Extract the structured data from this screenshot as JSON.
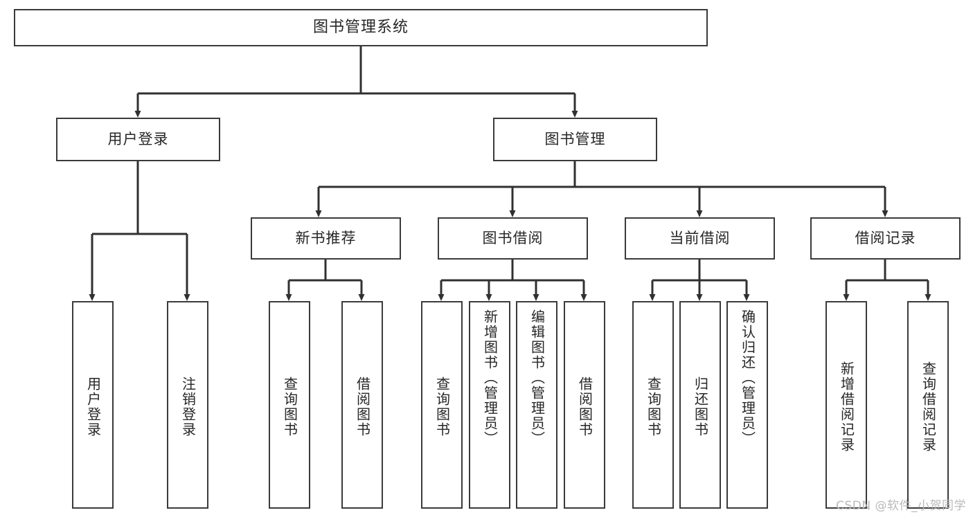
{
  "diagram": {
    "title": "图书管理系统",
    "type": "tree",
    "colors": {
      "background": "#ffffff",
      "border": "#3a3a3a",
      "text": "#262626",
      "connector": "#303030",
      "watermark": "#b9b9b9"
    },
    "root": {
      "label": "图书管理系统"
    },
    "level2": [
      {
        "label": "用户登录"
      },
      {
        "label": "图书管理"
      }
    ],
    "level3": [
      {
        "label": "新书推荐"
      },
      {
        "label": "图书借阅"
      },
      {
        "label": "当前借阅"
      },
      {
        "label": "借阅记录"
      }
    ],
    "leaves": {
      "user_login": [
        {
          "label": "用户登录"
        },
        {
          "label": "注销登录"
        }
      ],
      "new_book_recommend": [
        {
          "label": "查询图书"
        },
        {
          "label": "借阅图书"
        }
      ],
      "book_borrow": [
        {
          "label": "查询图书"
        },
        {
          "label": "新增图书（管理员）"
        },
        {
          "label": "编辑图书（管理员）"
        },
        {
          "label": "借阅图书"
        }
      ],
      "current_borrow": [
        {
          "label": "查询图书"
        },
        {
          "label": "归还图书"
        },
        {
          "label": "确认归还（管理员）"
        }
      ],
      "borrow_record": [
        {
          "label": "新增借阅记录"
        },
        {
          "label": "查询借阅记录"
        }
      ]
    }
  },
  "watermark": {
    "text": "CSDN @软件_小贺同学"
  }
}
